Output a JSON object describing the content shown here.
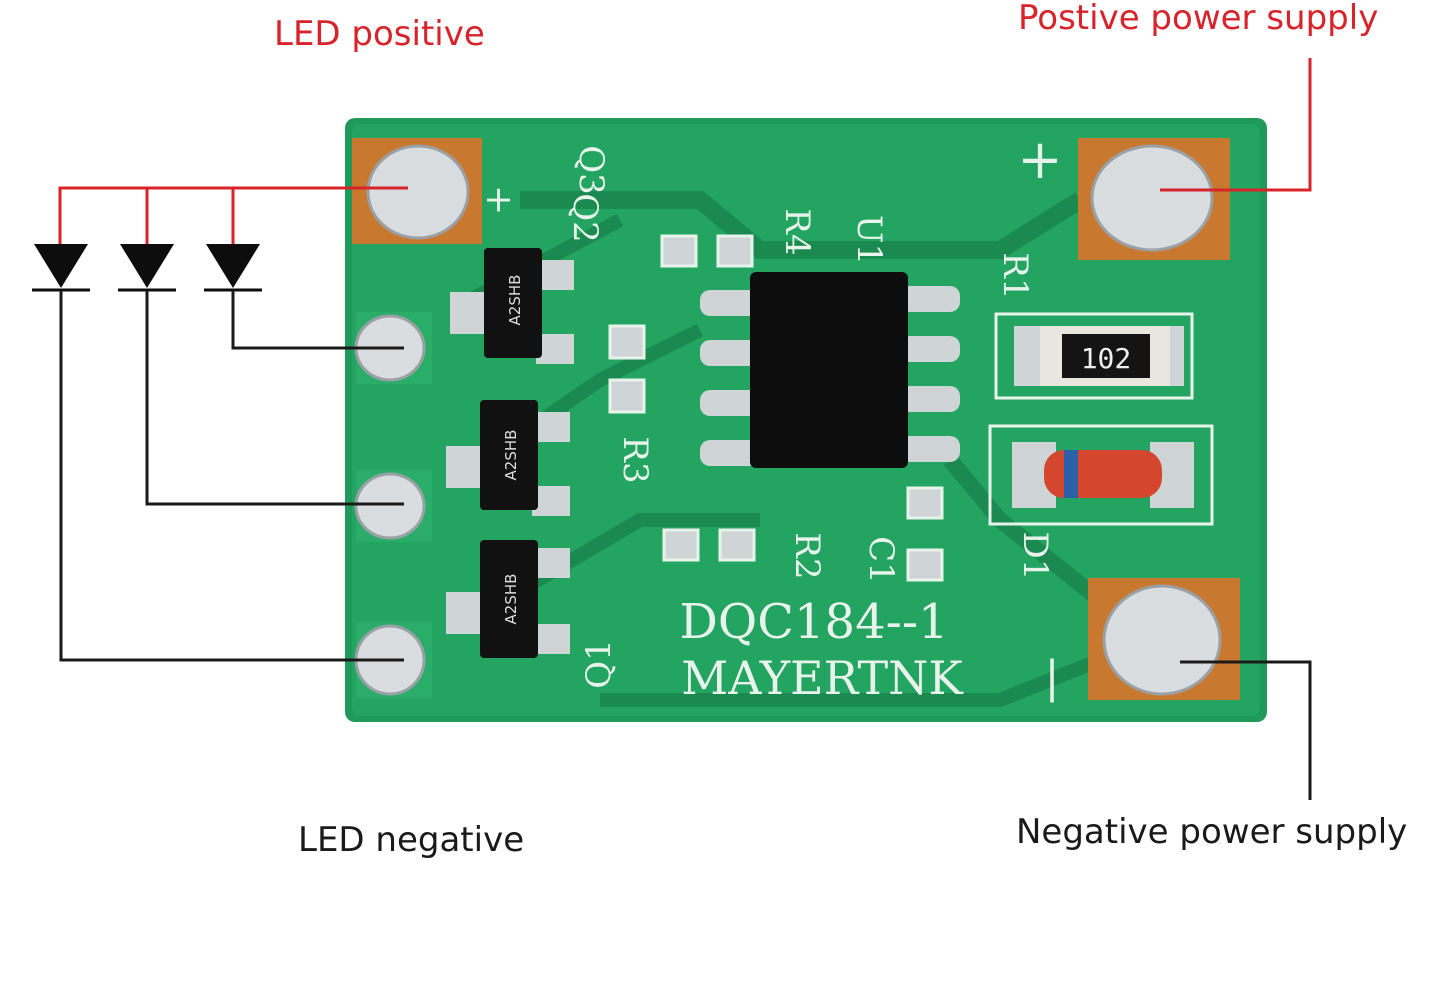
{
  "labels": {
    "led_positive": "LED positive",
    "positive_supply": "Postive power supply",
    "led_negative": "LED negative",
    "negative_supply": "Negative power supply"
  },
  "board": {
    "model": "DQC184--1",
    "brand": "MAYERTNK",
    "resistor_code": "102",
    "chip_marking": "A2SHB",
    "silkscreen": {
      "q1": "Q1",
      "q2": "Q2",
      "q3": "Q3",
      "r1": "R1",
      "r2": "R2",
      "r3": "R3",
      "r4": "R4",
      "u1": "U1",
      "c1": "C1",
      "d1": "D1",
      "plus": "+",
      "minus": "|",
      "plus_small": "+"
    }
  },
  "colors": {
    "positive_wire": "#d8232a",
    "negative_wire": "#1a1a1a",
    "pcb_green": "#1f9a5a",
    "pad_copper": "#c9782f",
    "solder": "#d9dde0"
  }
}
